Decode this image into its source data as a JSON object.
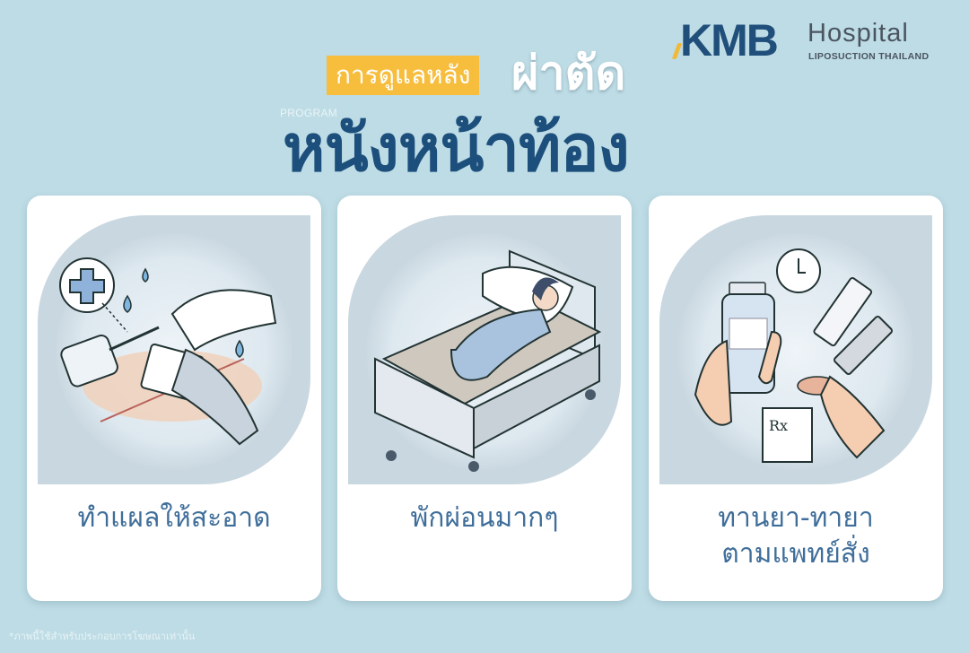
{
  "brand": {
    "name": "KMB",
    "suffix": "Hospital",
    "tagline": "LIPOSUCTION THAILAND",
    "colors": {
      "primary": "#1f4f7a",
      "accent": "#f0b93a",
      "gray": "#4a5560"
    }
  },
  "header": {
    "pill_text": "การดูแลหลัง",
    "pill_color": "#f7bd3d",
    "highlight_text": "ผ่าตัด",
    "program_label": "PROGRAM",
    "main_title": "หนังหน้าท้อง",
    "main_title_color": "#1d4f7c"
  },
  "cards": [
    {
      "label": "ทำแผลให้สะอาด",
      "illustration": "wound-cleaning-icon"
    },
    {
      "label": "พักผ่อนมากๆ",
      "illustration": "rest-in-bed-icon"
    },
    {
      "label_line1": "ทานยา-ทายา",
      "label_line2": "ตามแพทย์สั่ง",
      "illustration": "medication-icon"
    }
  ],
  "footer": {
    "disclaimer": "*ภาพนี้ใช้สำหรับประกอบการโฆษณาเท่านั้น"
  },
  "background_color": "#bedce5"
}
